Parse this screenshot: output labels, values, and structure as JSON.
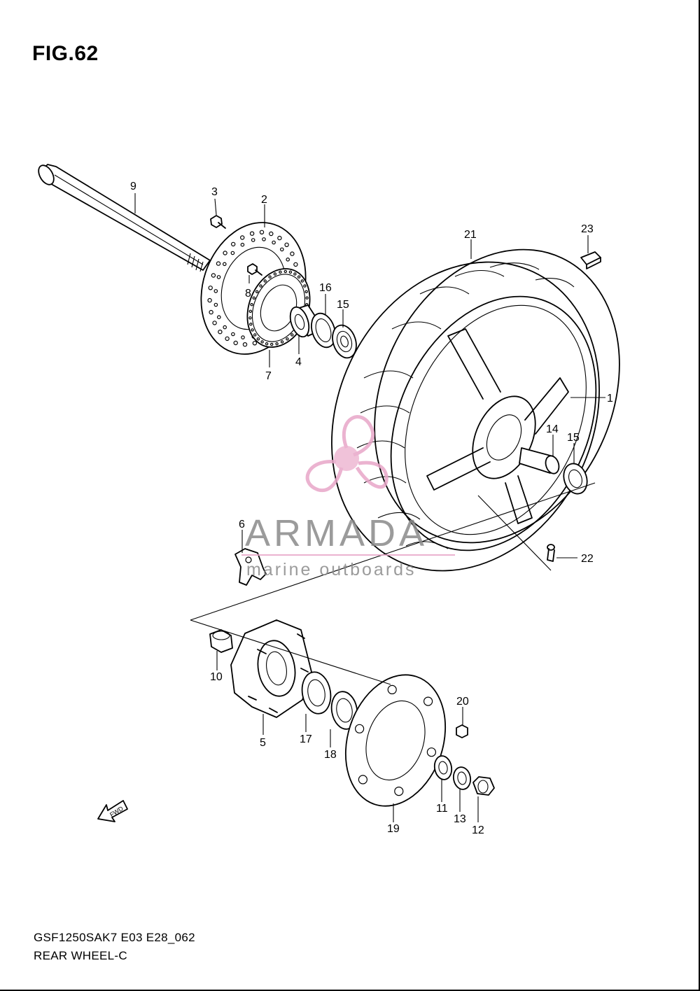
{
  "figure": {
    "title": "FIG.62"
  },
  "model": {
    "code": "GSF1250SAK7 E03 E28_062",
    "subtitle": "REAR WHEEL-C"
  },
  "watermark": {
    "brand": "ARMADA",
    "tagline": "marine outboards",
    "logo_color": "#e8a6c8"
  },
  "fwd_arrow": {
    "label": "FWD"
  },
  "callouts": {
    "c1": "1",
    "c2": "2",
    "c3": "3",
    "c4": "4",
    "c5": "5",
    "c6": "6",
    "c7": "7",
    "c8": "8",
    "c9": "9",
    "c10": "10",
    "c11": "11",
    "c12": "12",
    "c13": "13",
    "c14": "14",
    "c15a": "15",
    "c15b": "15",
    "c16": "16",
    "c17": "17",
    "c18": "18",
    "c19": "19",
    "c20": "20",
    "c21": "21",
    "c22": "22",
    "c23": "23"
  }
}
